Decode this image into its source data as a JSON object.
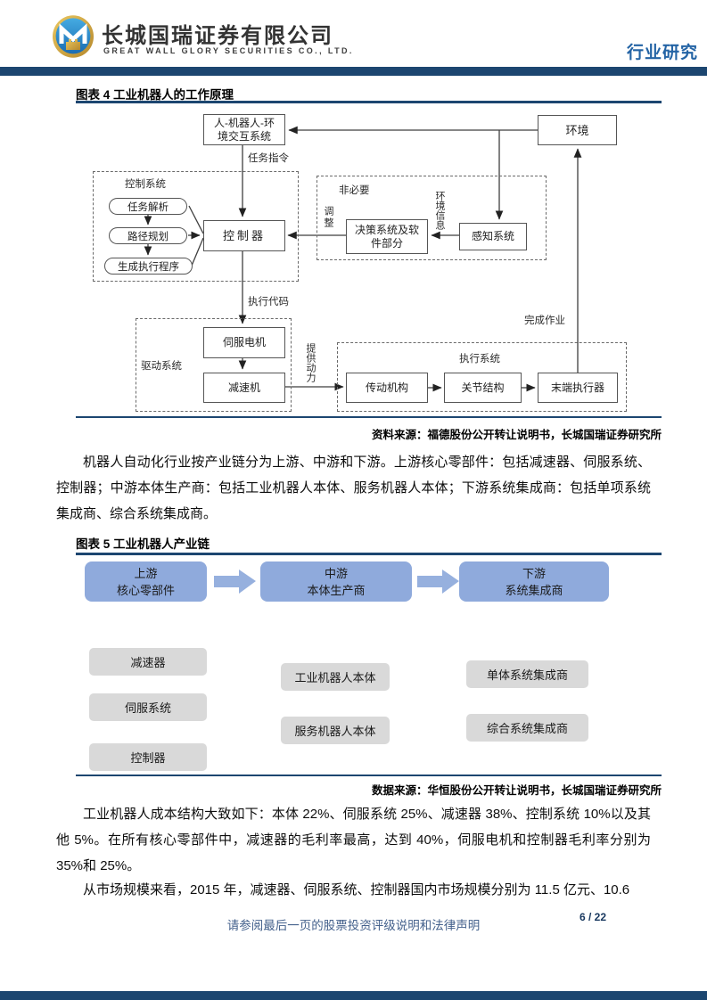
{
  "colors": {
    "navy_bar": "#1C4670",
    "heading_blue": "#2464A5",
    "stage_blue": "#8FAADC",
    "arrow_blue": "#96B0DE",
    "gray_box": "#D9D9D9",
    "footer_text": "#44618C"
  },
  "header": {
    "company_cn": "长城国瑞证券有限公司",
    "company_en": "GREAT WALL GLORY SECURITIES CO., LTD.",
    "report_type": "行业研究"
  },
  "figure4": {
    "title": "图表 4 工业机器人的工作原理",
    "source": "资料来源：福德股份公开转让说明书，长城国瑞证券研究所",
    "boxes": {
      "human_env": [
        "人-机器人-环",
        "境交互系统"
      ],
      "env": "环境",
      "controller": "控制器",
      "decision": [
        "决策系统及软",
        "件部分"
      ],
      "perception": "感知系统",
      "servo": "伺服电机",
      "reducer": "减速机",
      "transmission": "传动机构",
      "joint": "关节结构",
      "end_effector": "末端执行器"
    },
    "pills": [
      "任务解析",
      "路径规划",
      "生成执行程序"
    ],
    "groups": {
      "control": "控制系统",
      "optional": "非必要",
      "drive": "驱动系统",
      "execution": "执行系统"
    },
    "labels": {
      "task_cmd": "任务指令",
      "exec_code": "执行代码",
      "adjust": "调整",
      "env_info": "环境信息",
      "power": "提供动力",
      "complete": "完成作业"
    }
  },
  "paragraphs": {
    "p1": "机器人自动化行业按产业链分为上游、中游和下游。上游核心零部件：包括减速器、伺服系统、控制器；中游本体生产商：包括工业机器人本体、服务机器人本体；下游系统集成商：包括单项系统集成商、综合系统集成商。",
    "p2": "工业机器人成本结构大致如下：本体 22%、伺服系统 25%、减速器 38%、控制系统 10%以及其他 5%。在所有核心零部件中，减速器的毛利率最高，达到 40%，伺服电机和控制器毛利率分别为 35%和 25%。",
    "p3": "从市场规模来看，2015 年，减速器、伺服系统、控制器国内市场规模分别为 11.5 亿元、10.6"
  },
  "figure5": {
    "title": "图表 5 工业机器人产业链",
    "source": "数据来源：华恒股份公开转让说明书，长城国瑞证券研究所",
    "stages": [
      [
        "上游",
        "核心零部件"
      ],
      [
        "中游",
        "本体生产商"
      ],
      [
        "下游",
        "系统集成商"
      ]
    ],
    "upstream_items": [
      "减速器",
      "伺服系统",
      "控制器"
    ],
    "midstream_items": [
      "工业机器人本体",
      "服务机器人本体"
    ],
    "downstream_items": [
      "单体系统集成商",
      "综合系统集成商"
    ]
  },
  "footer": {
    "disclaimer": "请参阅最后一页的股票投资评级说明和法律声明",
    "page": "6 / 22"
  }
}
